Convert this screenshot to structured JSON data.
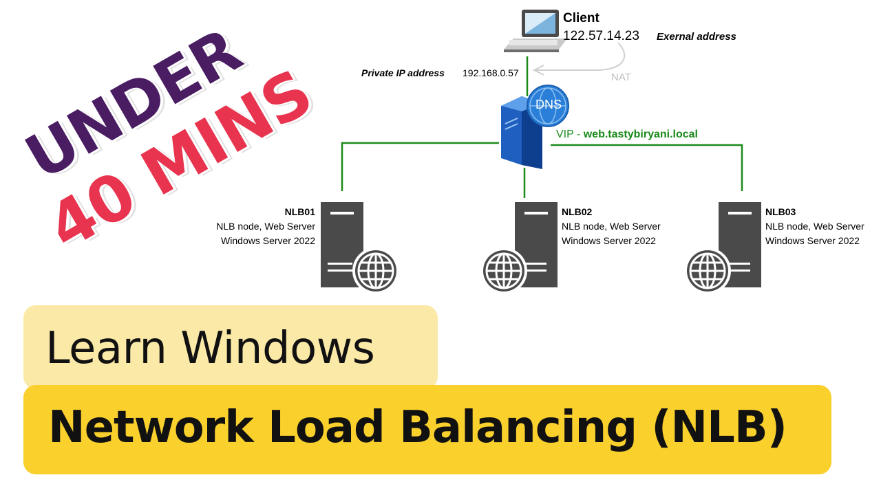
{
  "badge": {
    "line1": "UNDER",
    "line2": "40 MINS"
  },
  "client": {
    "title": "Client",
    "external_ip": "122.57.14.23",
    "external_label": "Exernal address",
    "private_label": "Private IP address",
    "private_ip": "192.168.0.57",
    "nat_label": "NAT"
  },
  "dns": {
    "label": "DNS",
    "vip_prefix": "VIP - ",
    "vip_host": "web.tastybiryani.local"
  },
  "nodes": [
    {
      "name": "NLB01",
      "role": "NLB node, Web Server",
      "os": "Windows Server 2022"
    },
    {
      "name": "NLB02",
      "role": "NLB node, Web Server",
      "os": "Windows Server 2022"
    },
    {
      "name": "NLB03",
      "role": "NLB node, Web Server",
      "os": "Windows Server 2022"
    }
  ],
  "banner": {
    "subtitle": "Learn Windows",
    "title": "Network Load Balancing (NLB)"
  },
  "colors": {
    "link": "#1a8a1a",
    "server": "#4a4a4a",
    "dns_blue": "#1f6fd0",
    "badge_purple": "#4a1d63",
    "badge_red": "#e8344f",
    "banner_light": "#fbe9a8",
    "banner_yellow": "#fad02c"
  }
}
